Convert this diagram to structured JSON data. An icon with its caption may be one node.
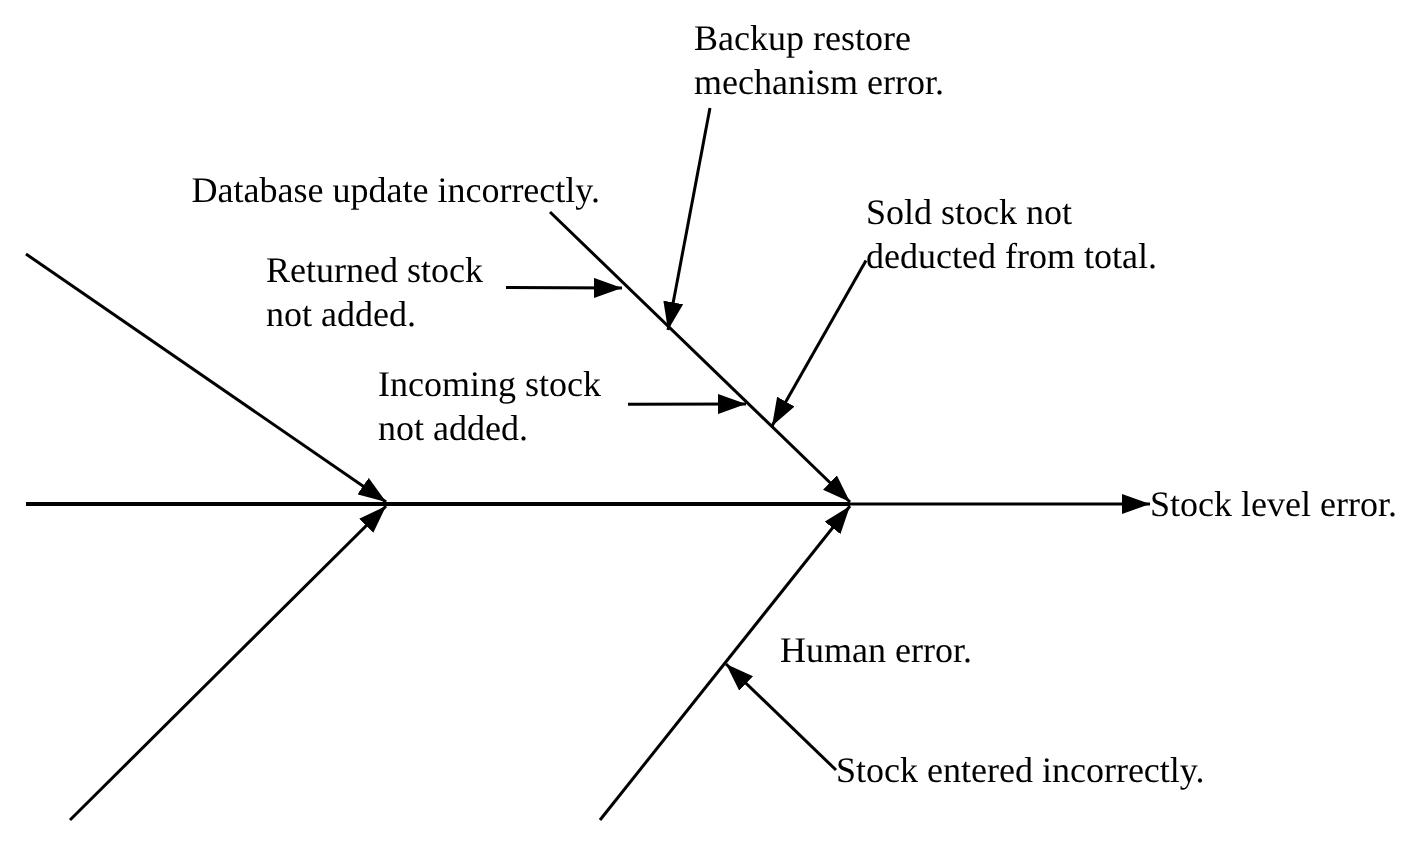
{
  "diagram": {
    "nodes": [
      {
        "text": [
          "Database update incorrectly."
        ]
      },
      {
        "text": [
          "Backup restore mechanism error."
        ]
      },
      {
        "text": [
          "Returned stock not added."
        ]
      },
      {
        "text": [
          "Sold stock not deducted from total."
        ]
      },
      {
        "text": [
          "Incoming stock not added."
        ]
      },
      {
        "text": [],
        "shape": "bar"
      },
      {
        "text": [
          "Stock level error."
        ]
      },
      {
        "text": [
          "Stock entered incorrectly."
        ]
      }
    ],
    "edges": [
      {
        "from": null,
        "to": 5,
        "arrow": "to"
      },
      {
        "from": 0,
        "to": 5,
        "arrow": "to"
      },
      {
        "from": null,
        "to": 5,
        "arrow": "to"
      },
      {
        "from": null,
        "to": 5,
        "arrow": "to"
      },
      {
        "from": 5,
        "to": 6,
        "arrow": "to"
      },
      {
        "from": 2,
        "to": null,
        "arrow": "to"
      },
      {
        "from": 1,
        "to": null,
        "arrow": "to"
      },
      {
        "from": 4,
        "to": null,
        "arrow": "to"
      },
      {
        "from": 3,
        "to": null,
        "arrow": "to"
      },
      {
        "from": 7,
        "to": null,
        "arrow": "to"
      }
    ],
    "labels": [
      "Human error."
    ]
  }
}
